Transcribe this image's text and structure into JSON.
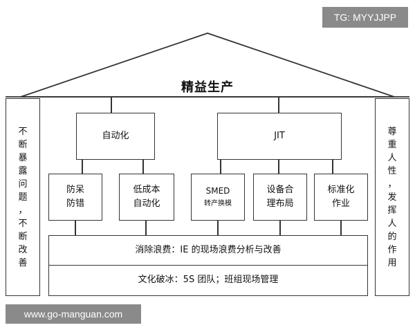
{
  "watermark_top": "TG: MYYJJPP",
  "watermark_bottom": "www.go-manguan.com",
  "roof": {
    "title": "精益生产"
  },
  "left_pillar": {
    "chars": [
      "不",
      "断",
      "暴",
      "露",
      "问",
      "题",
      "，",
      "不",
      "断",
      "改",
      "善"
    ]
  },
  "right_pillar": {
    "chars": [
      "尊",
      "重",
      "人",
      "性",
      "，",
      "发",
      "挥",
      "人",
      "的",
      "作",
      "用"
    ]
  },
  "top_boxes": {
    "automation": "自动化",
    "jit": "JIT"
  },
  "sub_boxes": {
    "mistake_proof": [
      "防呆",
      "防错"
    ],
    "low_cost_auto": [
      "低成本",
      "自动化"
    ],
    "smed": [
      "SMED",
      "转产换模"
    ],
    "layout": [
      "设备合",
      "理布局"
    ],
    "standard_work": [
      "标准化",
      "作业"
    ]
  },
  "foundation": {
    "waste": "消除浪费：IE 的现场浪费分析与改善",
    "culture": "文化破冰：5S 团队；班组现场管理"
  }
}
